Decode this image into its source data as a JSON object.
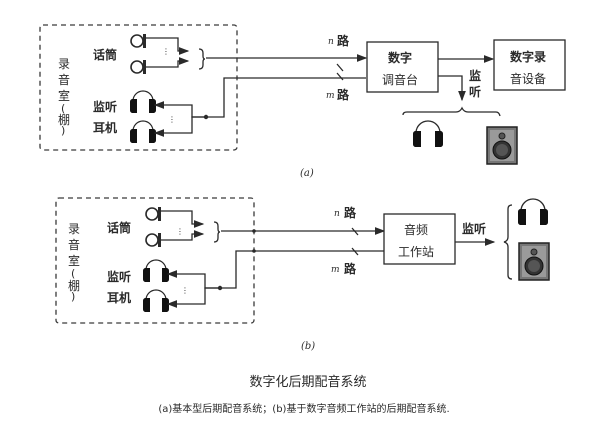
{
  "diagram_a": {
    "room_label": [
      "录",
      "音",
      "室",
      "(",
      "棚",
      ")"
    ],
    "mic_label": "话筒",
    "monitor_headphone_label": [
      "监听",
      "耳机"
    ],
    "n_path_label": "n",
    "m_path_label": "m",
    "path_suffix": "路",
    "mixer_label": [
      "数字",
      "调音台"
    ],
    "recorder_label": [
      "数字录",
      "音设备"
    ],
    "monitor_label": [
      "监",
      "听"
    ],
    "sub_caption": "(a)"
  },
  "diagram_b": {
    "room_label": [
      "录",
      "音",
      "室",
      "(",
      "棚",
      ")"
    ],
    "mic_label": "话筒",
    "monitor_headphone_label": [
      "监听",
      "耳机"
    ],
    "n_path_label": "n",
    "m_path_label": "m",
    "path_suffix": "路",
    "workstation_label": [
      "音频",
      "工作站"
    ],
    "monitor_label": "监听",
    "sub_caption": "(b)"
  },
  "figure_title": "数字化后期配音系统",
  "figure_caption": "(a)基本型后期配音系统；(b)基于数字音频工作站的后期配音系统."
}
